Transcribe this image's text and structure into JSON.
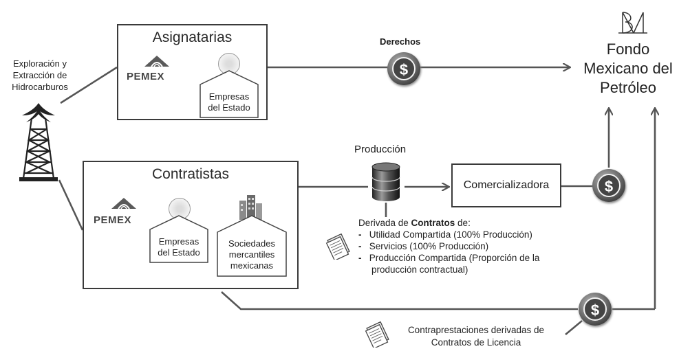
{
  "source_label": [
    "Exploración y",
    "Extracción de",
    "Hidrocarburos"
  ],
  "asignatarias": {
    "title": "Asignatarias",
    "pemex_logo": "PEMEX",
    "empresas_estado": [
      "Empresas",
      "del Estado"
    ]
  },
  "contratistas": {
    "title": "Contratistas",
    "pemex_logo": "PEMEX",
    "empresas_estado": [
      "Empresas",
      "del Estado"
    ],
    "sociedades": [
      "Sociedades",
      "mercantiles",
      "mexicanas"
    ]
  },
  "derechos_label": "Derechos",
  "produccion_label": "Producción",
  "comercializadora_label": "Comercializadora",
  "fondo": {
    "lines": [
      "Fondo",
      "Mexicano del",
      "Petróleo"
    ],
    "logo_glyph": "ꟁ"
  },
  "contratos": {
    "intro_prefix": "Derivada de ",
    "intro_bold": "Contratos",
    "intro_suffix": " de:",
    "items": [
      "Utilidad Compartida (100% Producción)",
      "Servicios (100% Producción)",
      "Producción Compartida (Proporción de la",
      "producción contractual)"
    ]
  },
  "licencia_label": [
    "Contraprestaciones derivadas de",
    "Contratos de Licencia"
  ],
  "coin_symbol": "$"
}
